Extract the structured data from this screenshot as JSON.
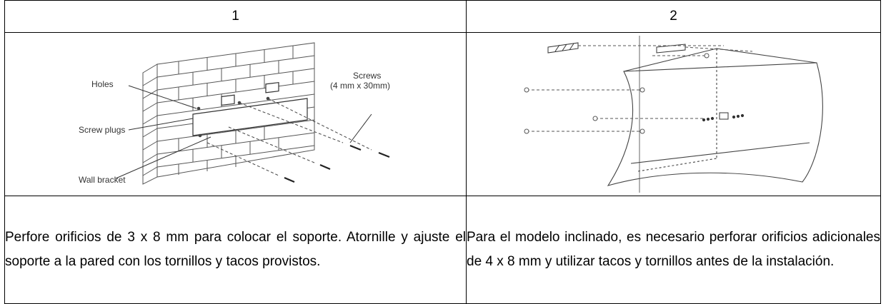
{
  "steps": [
    {
      "number": "1",
      "figure": {
        "labels": {
          "holes": "Holes",
          "screw_plugs": "Screw plugs",
          "wall_bracket": "Wall bracket",
          "screws_title": "Screws",
          "screws_size": "(4 mm x 30mm)"
        }
      },
      "text": "Perfore orificios de 3 x 8 mm para colocar el soporte. Atornille y ajuste el soporte a la pared con los tornillos y tacos provistos."
    },
    {
      "number": "2",
      "text": "Para el modelo inclinado, es necesario perforar orificios adicionales de 4 x 8 mm y utilizar tacos y tornillos antes de la instalación."
    }
  ]
}
